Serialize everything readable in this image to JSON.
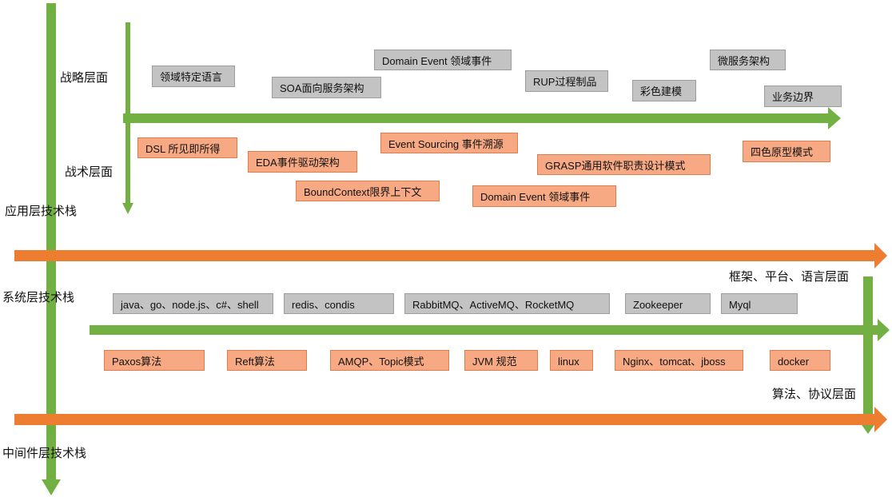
{
  "colors": {
    "green": "#72b043",
    "orange": "#ed7d31",
    "gray_box": "#c3c3c3",
    "orange_box": "#f7a983"
  },
  "labels": {
    "strategic": "战略层面",
    "tactical": "战术层面",
    "app_stack": "应用层技术栈",
    "sys_stack": "系统层技术栈",
    "mw_stack": "中间件层技术栈",
    "framework": "框架、平台、语言层面",
    "algorithm": "算法、协议层面"
  },
  "strategic_boxes": [
    "领域特定语言",
    "SOA面向服务架构",
    "Domain Event 领域事件",
    "RUP过程制品",
    "彩色建模",
    "微服务架构",
    "业务边界"
  ],
  "tactical_boxes": [
    "DSL  所见即所得",
    "EDA事件驱动架构",
    "BoundContext限界上下文",
    "Event Sourcing 事件溯源",
    "Domain Event 领域事件",
    "GRASP通用软件职责设计模式",
    "四色原型模式"
  ],
  "framework_boxes": [
    "java、go、node.js、c#、shell",
    "redis、condis",
    "RabbitMQ、ActiveMQ、RocketMQ",
    "Zookeeper",
    "Myql"
  ],
  "algorithm_boxes": [
    "Paxos算法",
    "Reft算法",
    "AMQP、Topic模式",
    "JVM 规范",
    "linux",
    "Nginx、tomcat、jboss",
    "docker"
  ]
}
